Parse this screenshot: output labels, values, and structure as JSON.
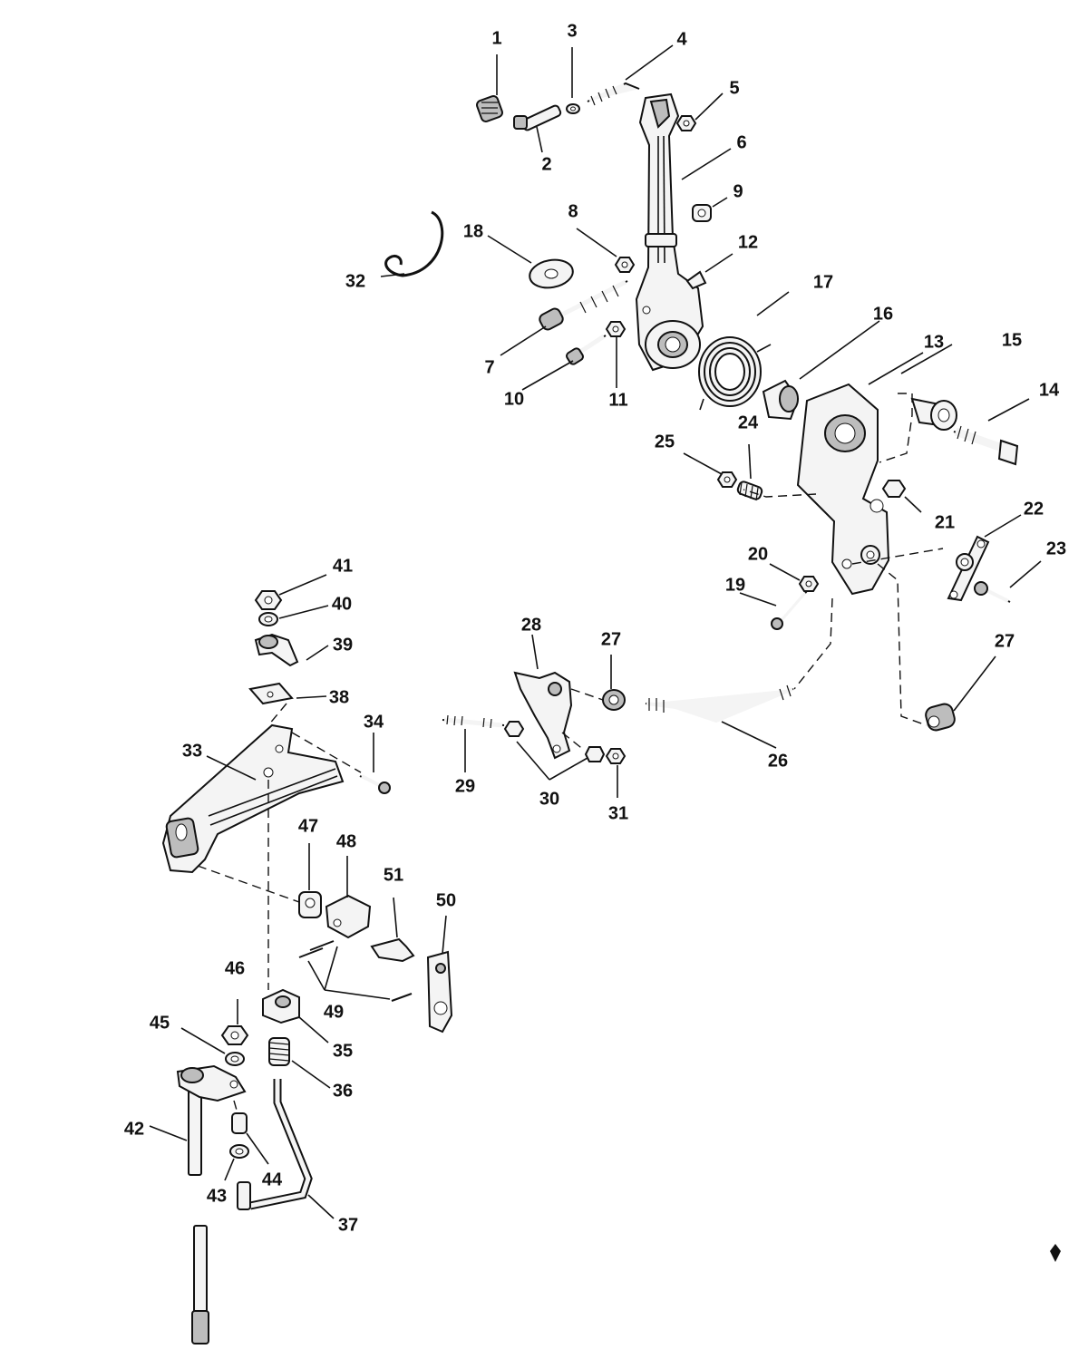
{
  "diagram": {
    "type": "exploded-parts-view",
    "line_color": "#111111",
    "background_color": "#ffffff",
    "callouts": [
      "1",
      "2",
      "3",
      "4",
      "5",
      "6",
      "7",
      "8",
      "9",
      "10",
      "11",
      "12",
      "13",
      "14",
      "15",
      "16",
      "17",
      "18",
      "19",
      "20",
      "21",
      "22",
      "23",
      "24",
      "25",
      "26",
      "27",
      "27",
      "28",
      "29",
      "30",
      "31",
      "32",
      "33",
      "34",
      "35",
      "36",
      "37",
      "38",
      "39",
      "40",
      "41",
      "42",
      "43",
      "44",
      "45",
      "46",
      "47",
      "48",
      "49",
      "50",
      "51"
    ]
  }
}
